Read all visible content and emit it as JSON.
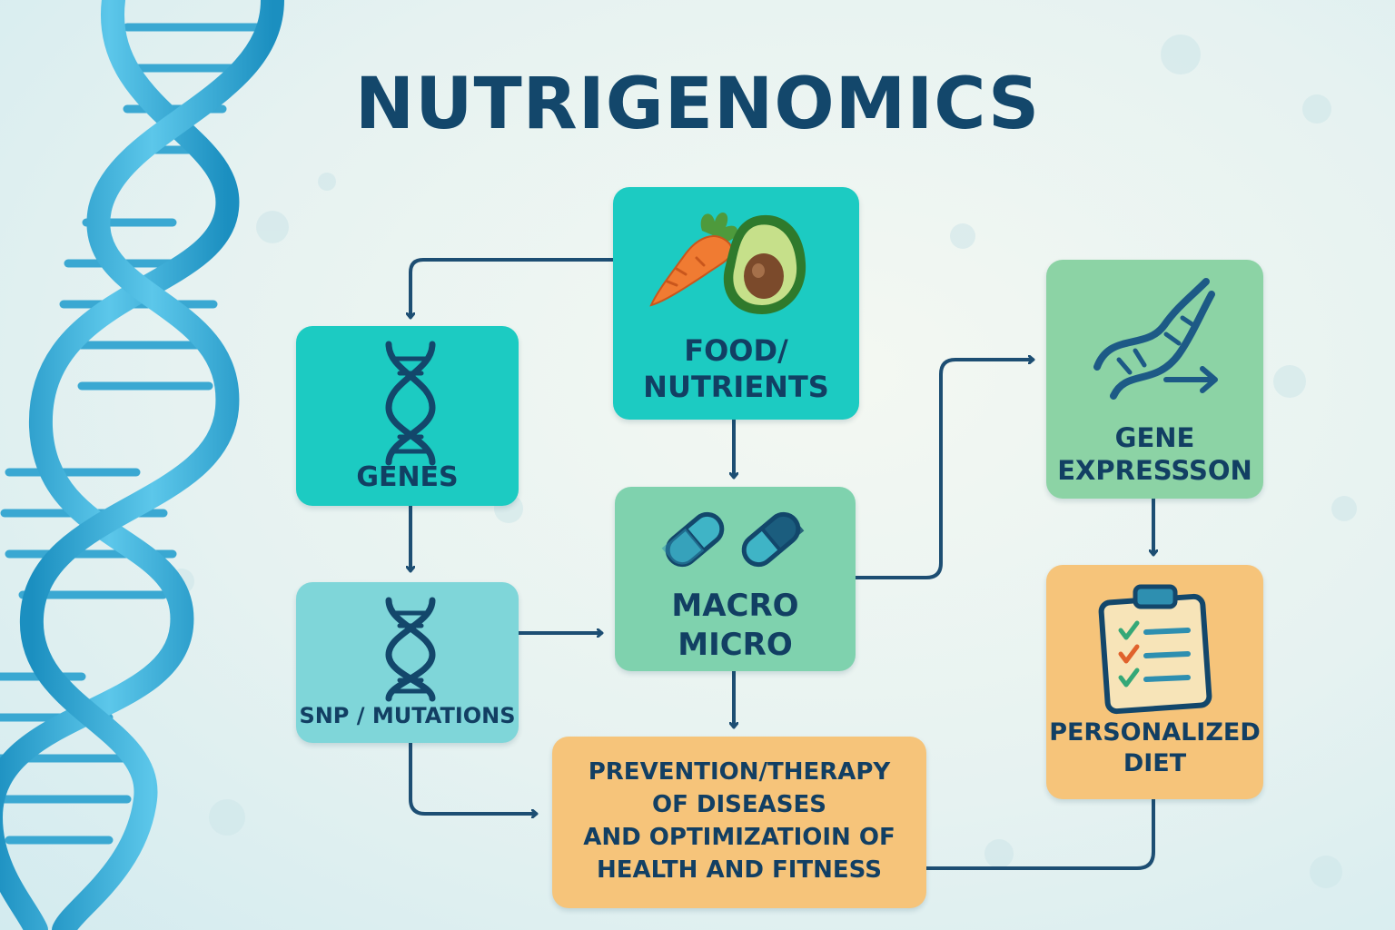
{
  "title": "NUTRIGENOMICS",
  "nodes": {
    "food": {
      "line1": "FOOD/",
      "line2": "NUTRIENTS"
    },
    "genes": {
      "line1": "GENES"
    },
    "snp": {
      "line1": "SNP / MUTATIONS"
    },
    "macro": {
      "line1": "MACRO",
      "line2": "MICRO"
    },
    "gene_expression": {
      "line1": "GENE",
      "line2": "EXPRESSSON"
    },
    "personalized_diet": {
      "line1": "PERSONALIZED",
      "line2": "DIET"
    },
    "prevention": {
      "line1": "PREVENTION/THERAPY",
      "line2": "OF DISEASES",
      "line3": "AND OPTIMIZATIOIN OF",
      "line4": "HEALTH AND FITNESS"
    }
  },
  "icons": {
    "food": [
      "carrot-icon",
      "avocado-icon"
    ],
    "genes": "dna-icon",
    "snp": "dna-icon",
    "macro": "capsule-icon",
    "gene_expression": "dna-arrow-icon",
    "personalized_diet": "clipboard-checklist-icon",
    "background": "dna-helix-icon"
  },
  "colors": {
    "teal": "#1ccbc2",
    "light_teal": "#7fd6d9",
    "green": "#7fd2ae",
    "light_green": "#8cd3a5",
    "orange": "#f6c47a",
    "text": "#123f63",
    "arrow": "#1d4e73"
  }
}
